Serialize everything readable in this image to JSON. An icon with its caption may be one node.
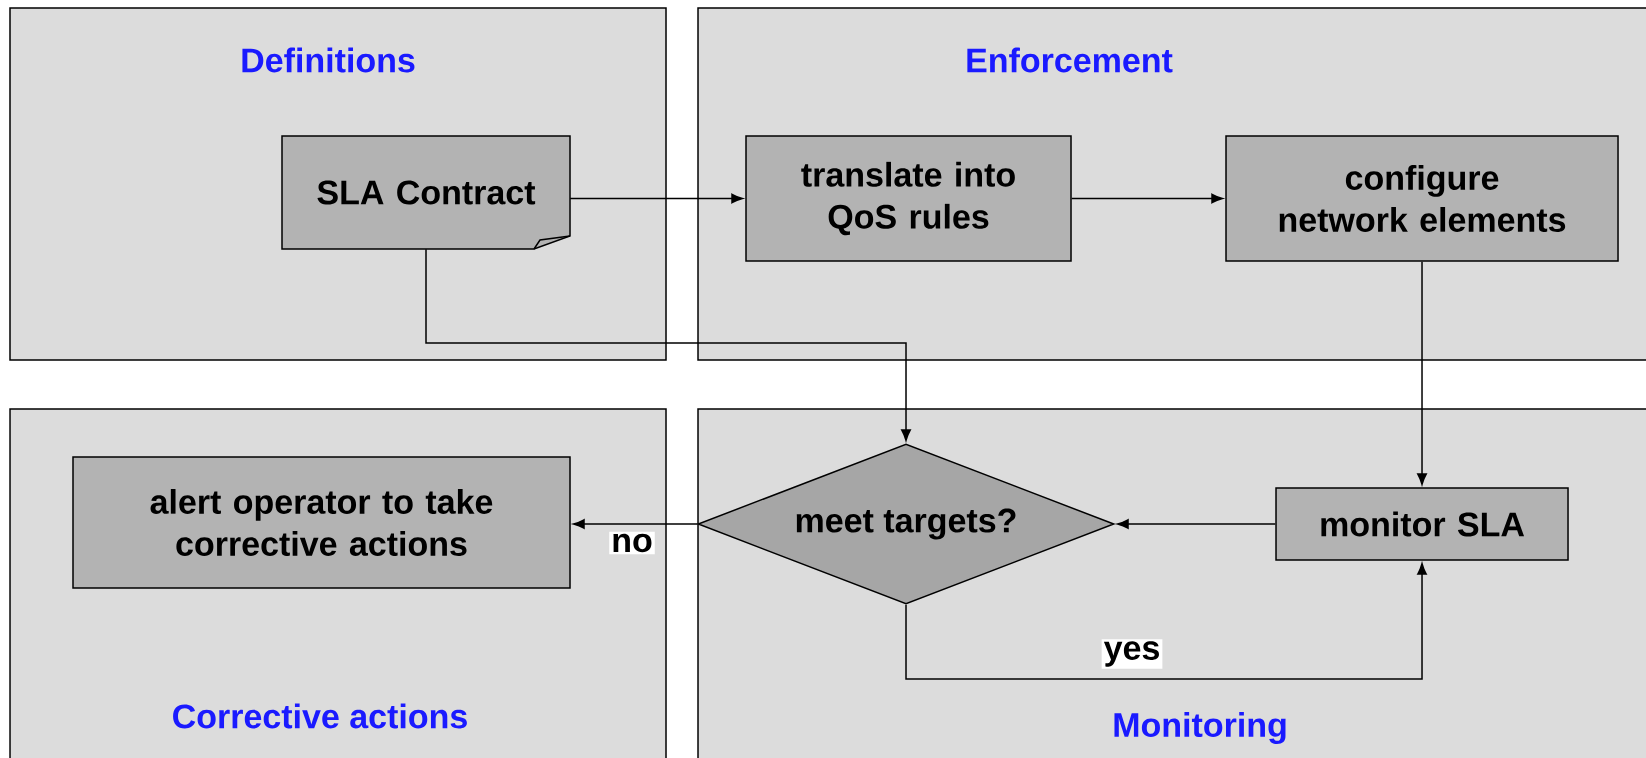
{
  "diagram": {
    "nodes": [
      {
        "text": [
          "Definitions"
        ]
      },
      {
        "text": [
          "SLA Contract"
        ],
        "in": 0
      },
      {
        "text": [
          "Enforcement"
        ]
      },
      {
        "text": [
          "translate into QoS rules"
        ],
        "in": 2
      },
      {
        "text": [
          "configure network elements"
        ],
        "in": 2
      },
      {
        "text": [
          "Corrective actions"
        ]
      },
      {
        "text": [
          "alert operator to take corrective actions"
        ],
        "in": 5
      },
      {
        "text": [
          "Monitoring"
        ]
      },
      {
        "text": [
          "meet targets?"
        ],
        "in": 7
      },
      {
        "text": [
          "monitor SLA"
        ],
        "in": 7
      }
    ],
    "edges": [
      {
        "from": 1,
        "to": 3,
        "arrow": "to"
      },
      {
        "from": 3,
        "to": 4,
        "arrow": "to"
      },
      {
        "from": 4,
        "to": 9,
        "arrow": "to"
      },
      {
        "from": 1,
        "to": 8,
        "arrow": "to"
      },
      {
        "from": 9,
        "to": 8,
        "arrow": "to"
      },
      {
        "from": 8,
        "to": 6,
        "arrow": "to",
        "label": "no"
      },
      {
        "from": 8,
        "to": 9,
        "arrow": "to",
        "label": "yes"
      }
    ]
  }
}
